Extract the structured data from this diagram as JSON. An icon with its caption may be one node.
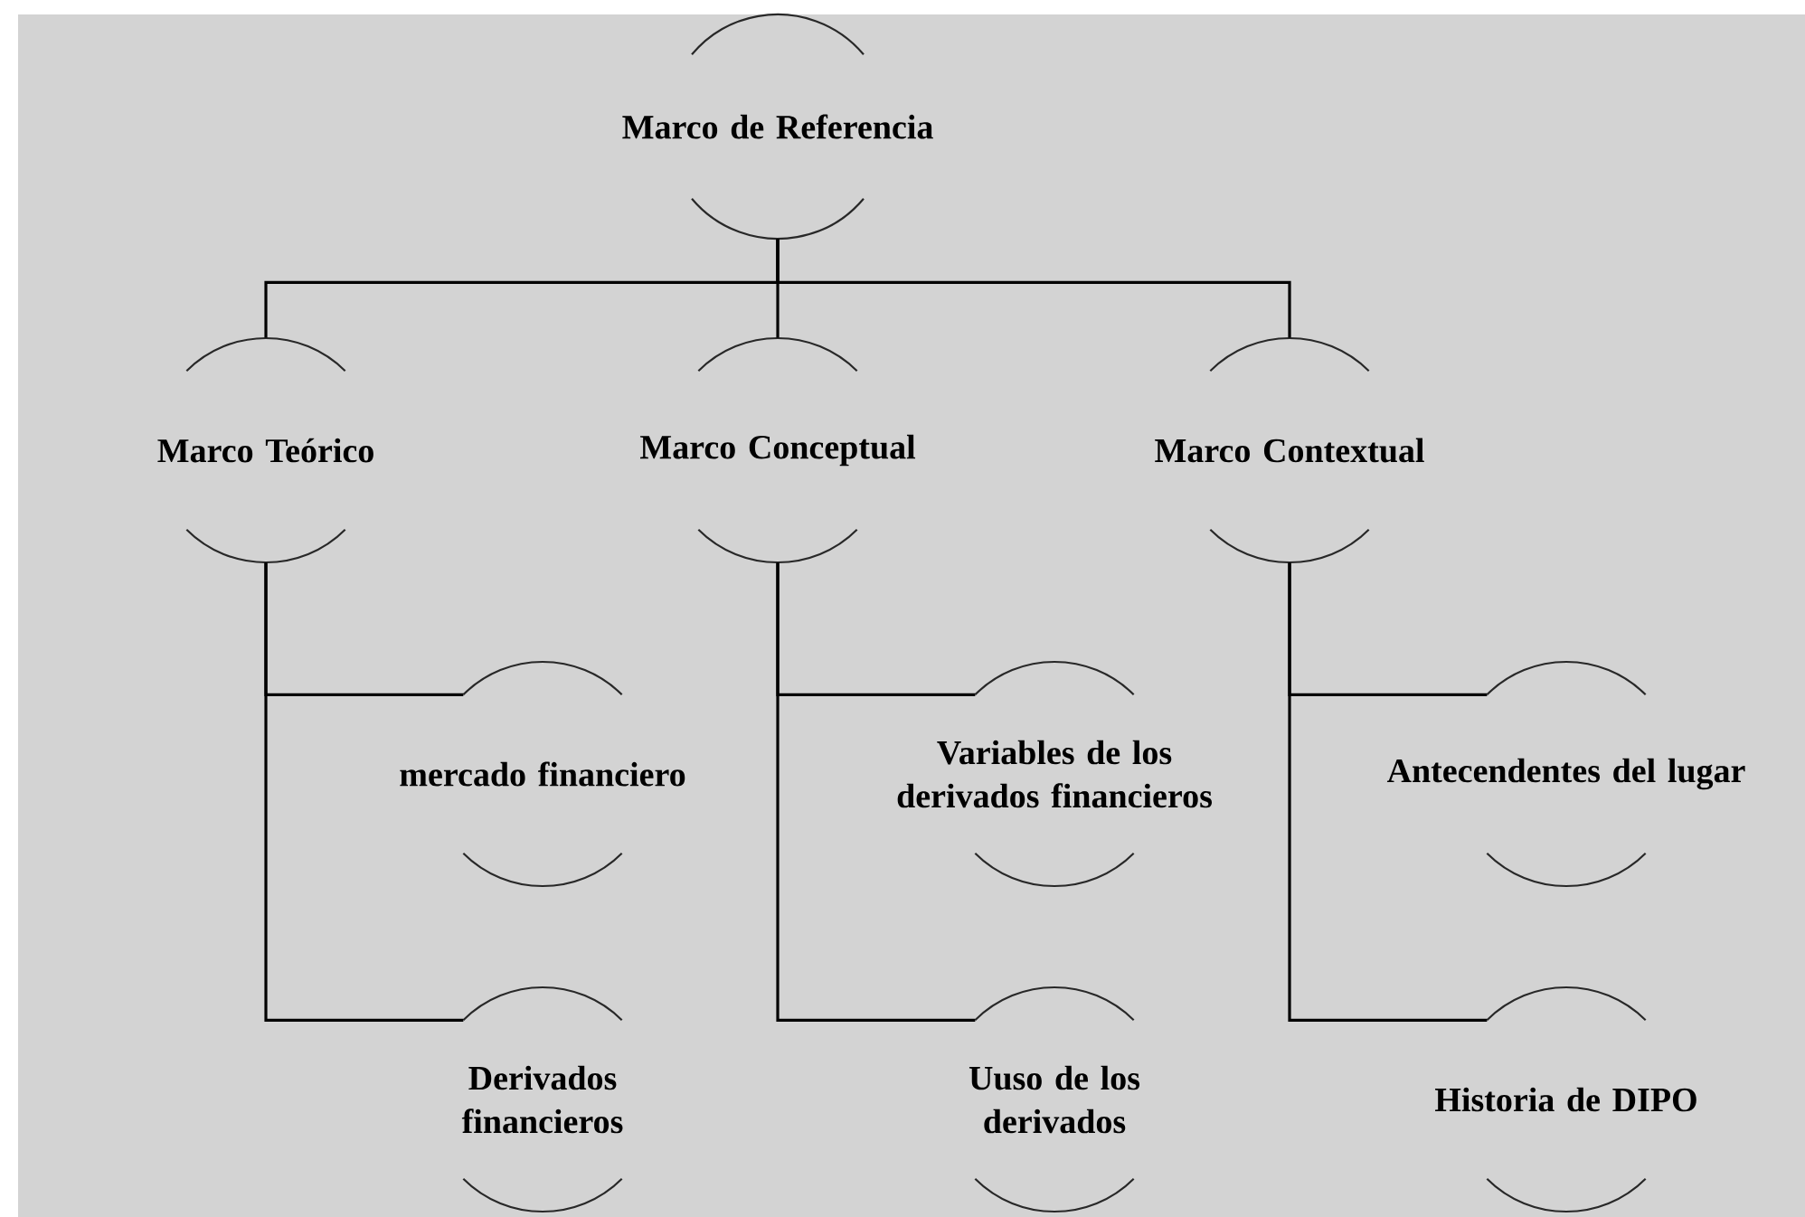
{
  "diagram": {
    "nodes": [
      {
        "text": [
          "Marco de Referencia"
        ]
      },
      {
        "text": [
          "Marco Teórico"
        ]
      },
      {
        "text": [
          "Marco Conceptual"
        ]
      },
      {
        "text": [
          "Marco Contextual"
        ]
      },
      {
        "text": [
          "mercado financiero"
        ]
      },
      {
        "text": [
          "Variables de los derivados financieros"
        ]
      },
      {
        "text": [
          "Antecendentes del lugar"
        ]
      },
      {
        "text": [
          "Derivados financieros"
        ]
      },
      {
        "text": [
          "Uuso de los derivados"
        ]
      },
      {
        "text": [
          "Historia de DIPO"
        ]
      }
    ],
    "edges": [
      {
        "from": 0,
        "to": 1,
        "arrow": "none"
      },
      {
        "from": 0,
        "to": 2,
        "arrow": "none"
      },
      {
        "from": 0,
        "to": 3,
        "arrow": "none"
      },
      {
        "from": 1,
        "to": 4,
        "arrow": "none"
      },
      {
        "from": 1,
        "to": 7,
        "arrow": "none"
      },
      {
        "from": 2,
        "to": 5,
        "arrow": "none"
      },
      {
        "from": 2,
        "to": 8,
        "arrow": "none"
      },
      {
        "from": 3,
        "to": 6,
        "arrow": "none"
      },
      {
        "from": 3,
        "to": 9,
        "arrow": "none"
      }
    ]
  }
}
